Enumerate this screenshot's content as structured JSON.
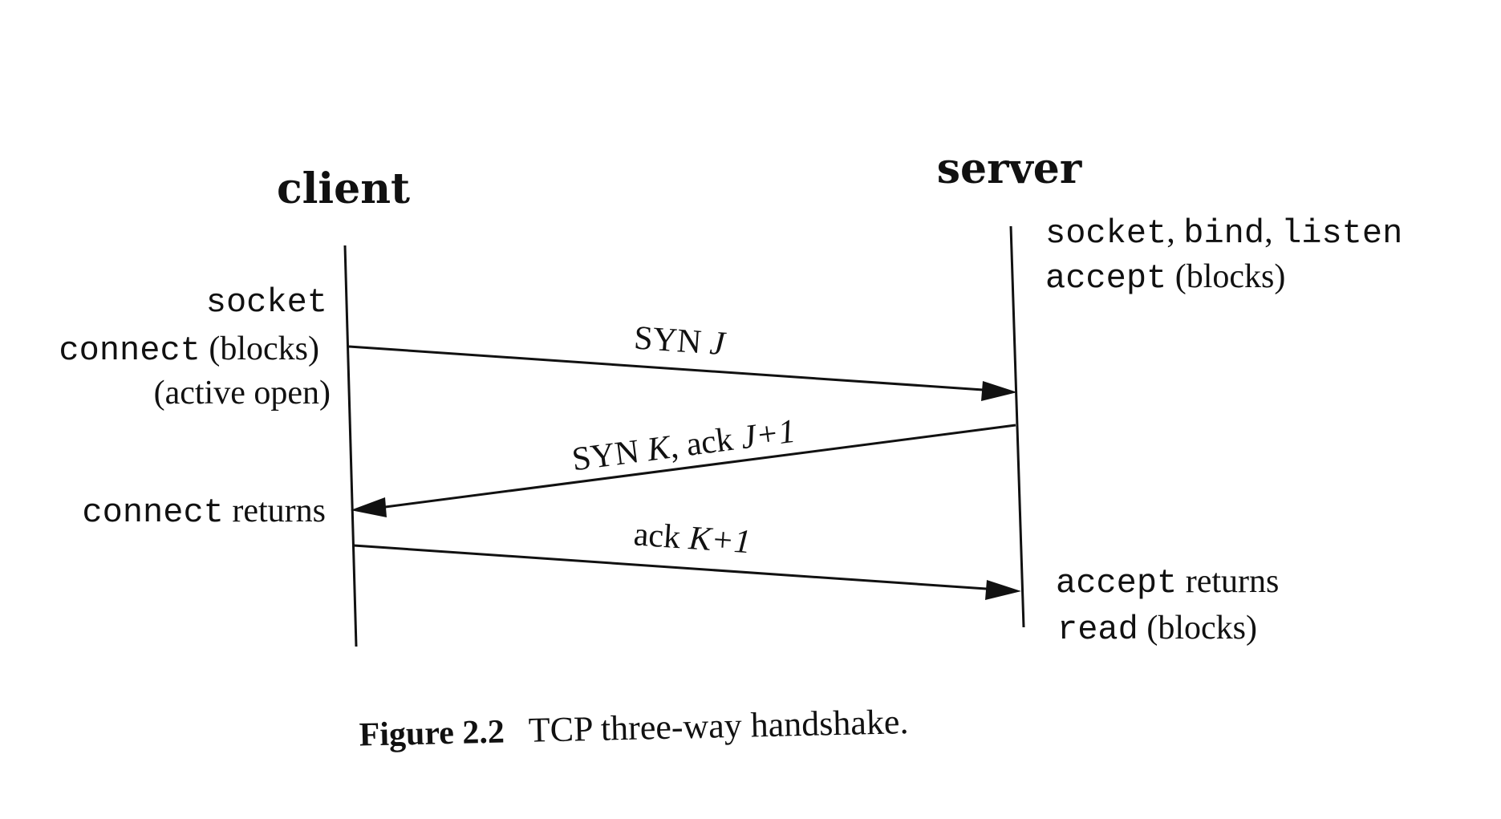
{
  "participants": {
    "client": "client",
    "server": "server"
  },
  "client_events": {
    "socket": "socket",
    "connect_fn": "connect",
    "connect_blocks": " (blocks)",
    "active_open": "(active open)",
    "connect_returns_fn": "connect",
    "connect_returns_word": " returns"
  },
  "server_events": {
    "socket_fn": "socket",
    "sep1": ", ",
    "bind_fn": "bind",
    "sep2": ", ",
    "listen_fn": "listen",
    "accept_fn": "accept",
    "accept_blocks": " (blocks)",
    "accept_returns_fn": "accept",
    "accept_returns_word": " returns",
    "read_fn": "read",
    "read_blocks": " (blocks)"
  },
  "messages": [
    {
      "from": "client",
      "to": "server",
      "label_prefix": "SYN ",
      "label_var": "J",
      "label_suffix": ""
    },
    {
      "from": "server",
      "to": "client",
      "label_prefix": "SYN ",
      "label_var": "K",
      "label_suffix": ", ack ",
      "label_var2": "J+1"
    },
    {
      "from": "client",
      "to": "server",
      "label_prefix": "ack ",
      "label_var": "K+1",
      "label_suffix": ""
    }
  ],
  "caption": {
    "figure_number": "Figure 2.2",
    "text": "TCP three-way handshake."
  }
}
